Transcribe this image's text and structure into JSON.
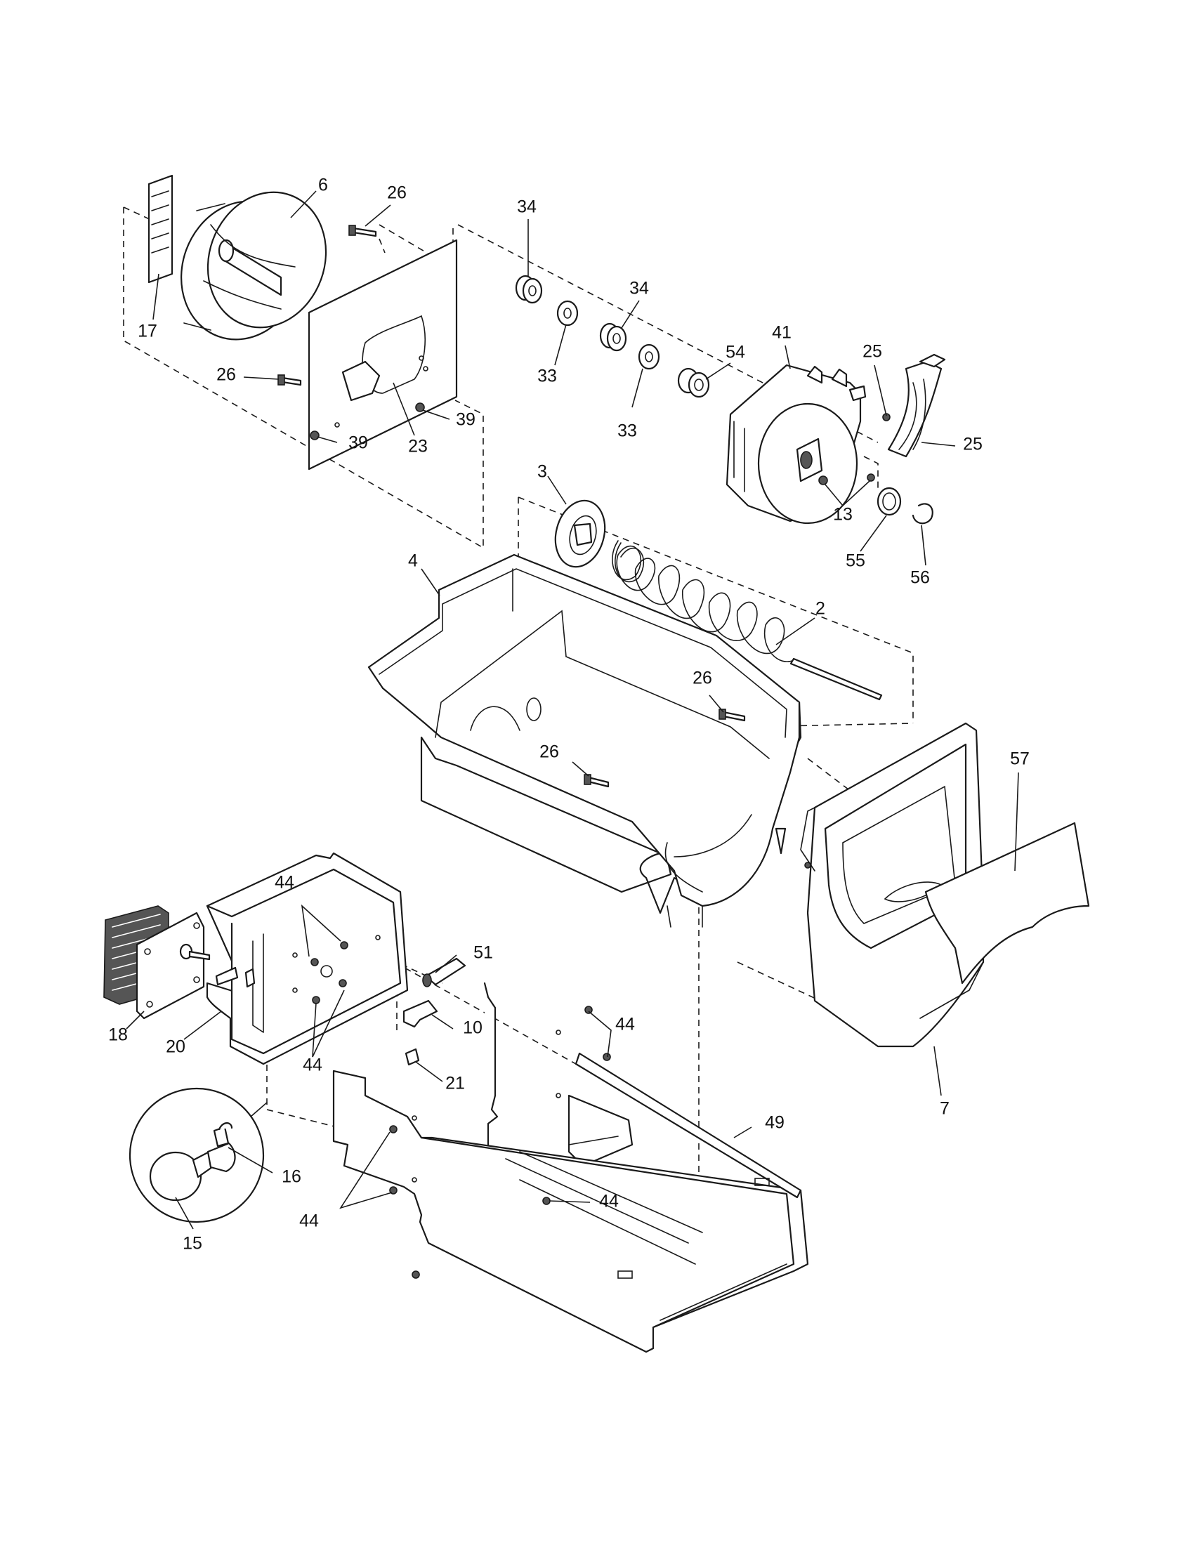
{
  "diagram": {
    "kind": "exploded-parts-view",
    "callouts": [
      {
        "id": "c17",
        "label": "17"
      },
      {
        "id": "c6",
        "label": "6"
      },
      {
        "id": "c26a",
        "label": "26"
      },
      {
        "id": "c26b",
        "label": "26"
      },
      {
        "id": "c39a",
        "label": "39"
      },
      {
        "id": "c39b",
        "label": "39"
      },
      {
        "id": "c23",
        "label": "23"
      },
      {
        "id": "c34a",
        "label": "34"
      },
      {
        "id": "c34b",
        "label": "34"
      },
      {
        "id": "c33a",
        "label": "33"
      },
      {
        "id": "c33b",
        "label": "33"
      },
      {
        "id": "c54",
        "label": "54"
      },
      {
        "id": "c41",
        "label": "41"
      },
      {
        "id": "c25a",
        "label": "25"
      },
      {
        "id": "c25b",
        "label": "25"
      },
      {
        "id": "c13",
        "label": "13"
      },
      {
        "id": "c55",
        "label": "55"
      },
      {
        "id": "c56",
        "label": "56"
      },
      {
        "id": "c3",
        "label": "3"
      },
      {
        "id": "c4",
        "label": "4"
      },
      {
        "id": "c2",
        "label": "2"
      },
      {
        "id": "c26c",
        "label": "26"
      },
      {
        "id": "c26d",
        "label": "26"
      },
      {
        "id": "c57",
        "label": "57"
      },
      {
        "id": "c7",
        "label": "7"
      },
      {
        "id": "c44a",
        "label": "44"
      },
      {
        "id": "c18",
        "label": "18"
      },
      {
        "id": "c20",
        "label": "20"
      },
      {
        "id": "c44b",
        "label": "44"
      },
      {
        "id": "c51",
        "label": "51"
      },
      {
        "id": "c10",
        "label": "10"
      },
      {
        "id": "c21",
        "label": "21"
      },
      {
        "id": "c44c",
        "label": "44"
      },
      {
        "id": "c49",
        "label": "49"
      },
      {
        "id": "c44d",
        "label": "44"
      },
      {
        "id": "c44e",
        "label": "44"
      },
      {
        "id": "c16",
        "label": "16"
      },
      {
        "id": "c15",
        "label": "15"
      }
    ]
  }
}
